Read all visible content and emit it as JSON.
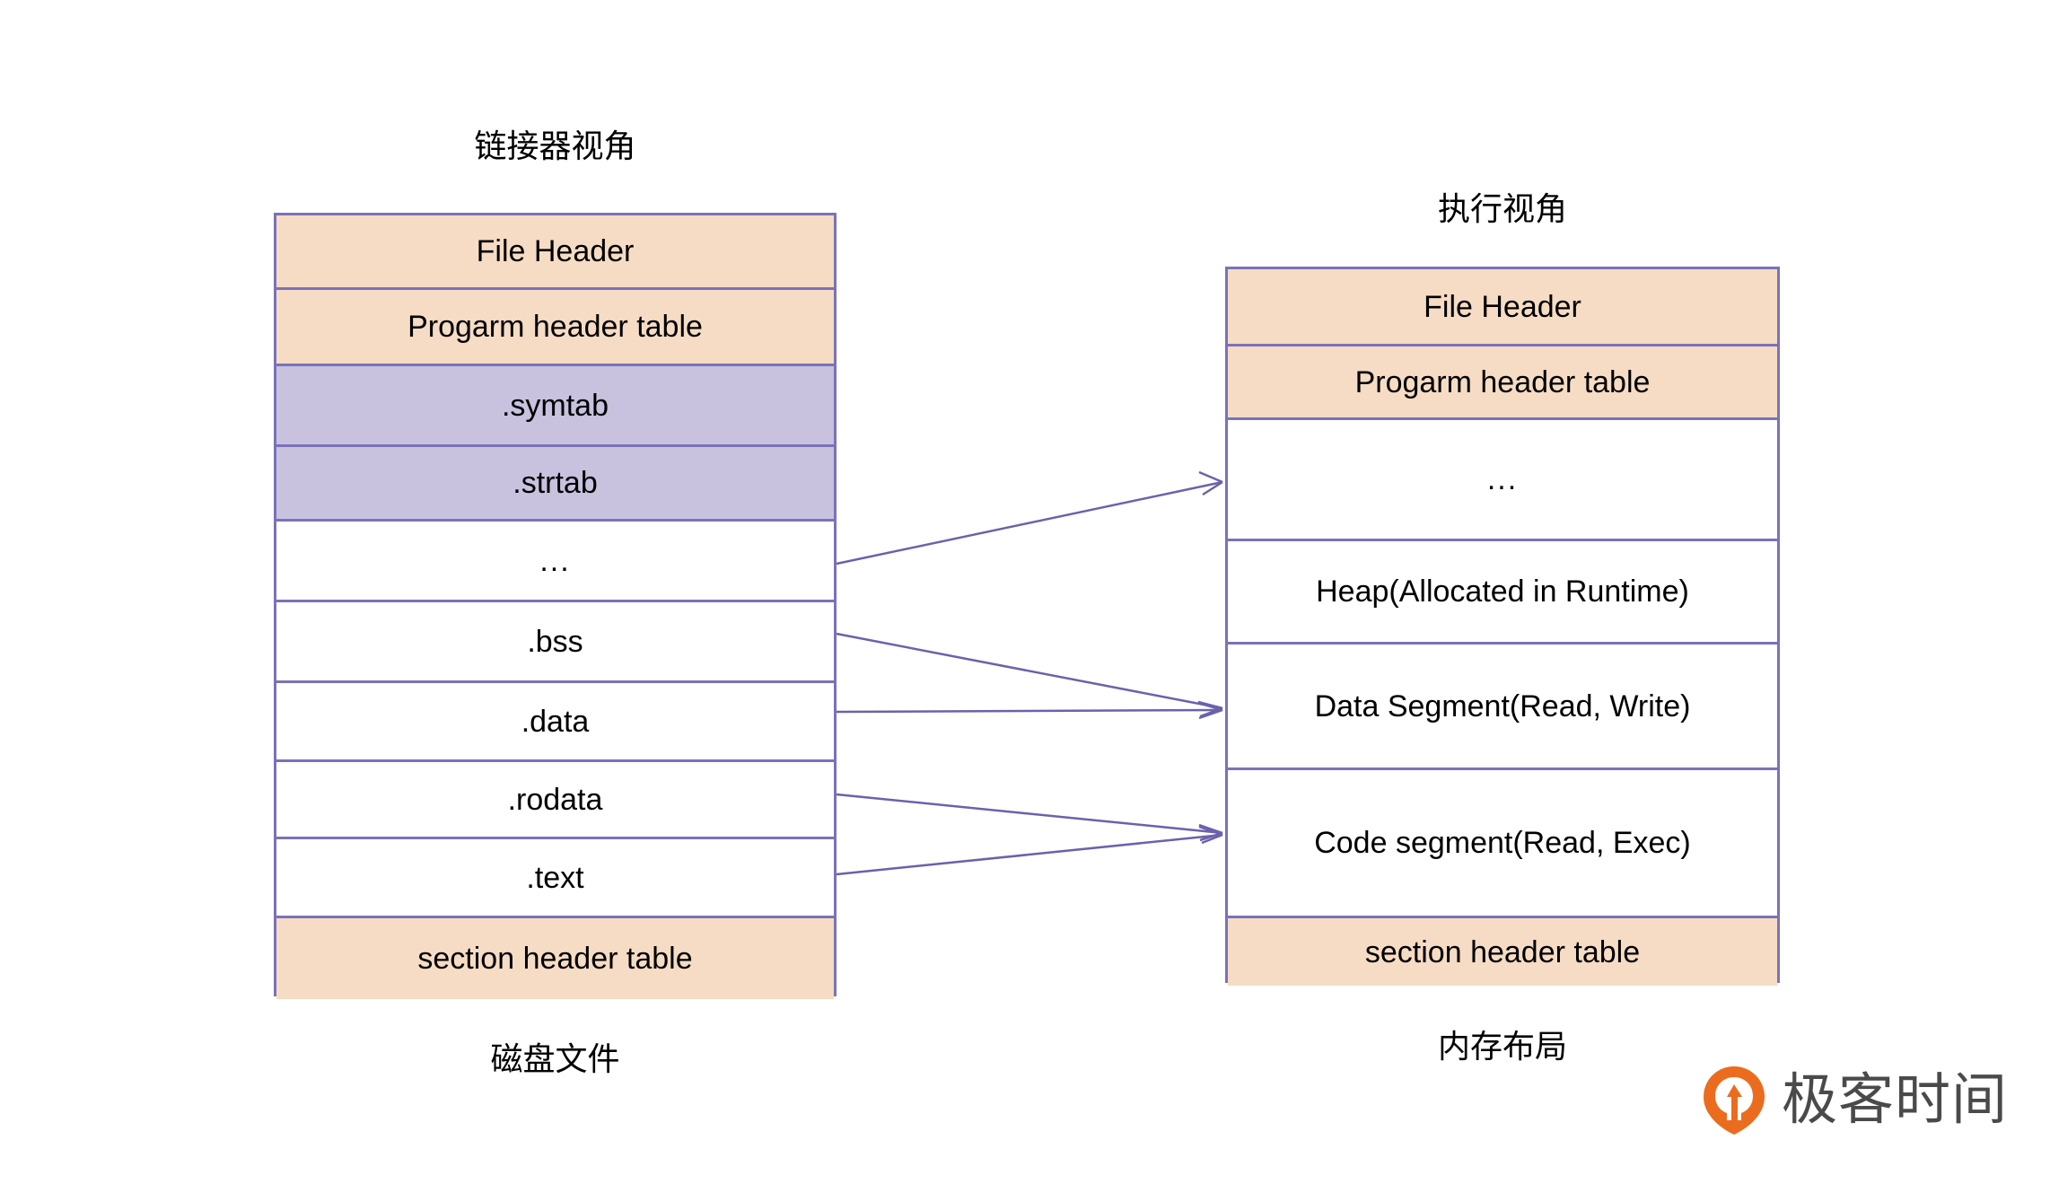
{
  "diagram": {
    "left_view": {
      "title": "链接器视角",
      "footer": "磁盘文件",
      "rows": [
        {
          "label": "File Header",
          "fill": "orange",
          "height": 83
        },
        {
          "label": "Progarm header table",
          "fill": "orange",
          "height": 85
        },
        {
          "label": ".symtab",
          "fill": "purple",
          "height": 90
        },
        {
          "label": ".strtab",
          "fill": "purple",
          "height": 83
        },
        {
          "label": "...",
          "fill": "none",
          "height": 90
        },
        {
          "label": ".bss",
          "fill": "none",
          "height": 90
        },
        {
          "label": ".data",
          "fill": "none",
          "height": 88
        },
        {
          "label": ".rodata",
          "fill": "none",
          "height": 86
        },
        {
          "label": ".text",
          "fill": "none",
          "height": 88
        },
        {
          "label": "section header table",
          "fill": "orange",
          "height": 90
        }
      ]
    },
    "right_view": {
      "title": "执行视角",
      "footer": "内存布局",
      "rows": [
        {
          "label": "File Header",
          "fill": "orange",
          "height": 86
        },
        {
          "label": "Progarm header table",
          "fill": "orange",
          "height": 82
        },
        {
          "label": "...",
          "fill": "none",
          "height": 135
        },
        {
          "label": "Heap(Allocated in Runtime)",
          "fill": "none",
          "height": 115
        },
        {
          "label": "Data Segment(Read, Write)",
          "fill": "none",
          "height": 140
        },
        {
          "label": "Code segment(Read, Exec)",
          "fill": "none",
          "height": 165
        },
        {
          "label": "section header table",
          "fill": "orange",
          "height": 75
        }
      ]
    },
    "mappings": [
      {
        "from": "...",
        "to": "..."
      },
      {
        "from": ".bss",
        "to": "Data Segment(Read, Write)"
      },
      {
        "from": ".data",
        "to": "Data Segment(Read, Write)"
      },
      {
        "from": ".rodata",
        "to": "Code segment(Read, Exec)"
      },
      {
        "from": ".text",
        "to": "Code segment(Read, Exec)"
      }
    ]
  },
  "logo": {
    "text": "极客时间",
    "mark": "geektime-pin-icon"
  },
  "colors": {
    "border": "#7a72b8",
    "fill_orange": "#f6dcc4",
    "fill_purple": "#c8c2df",
    "arrow": "#6a62ac",
    "logo_orange": "#ec6c1f",
    "logo_text": "#4a4a4a"
  }
}
